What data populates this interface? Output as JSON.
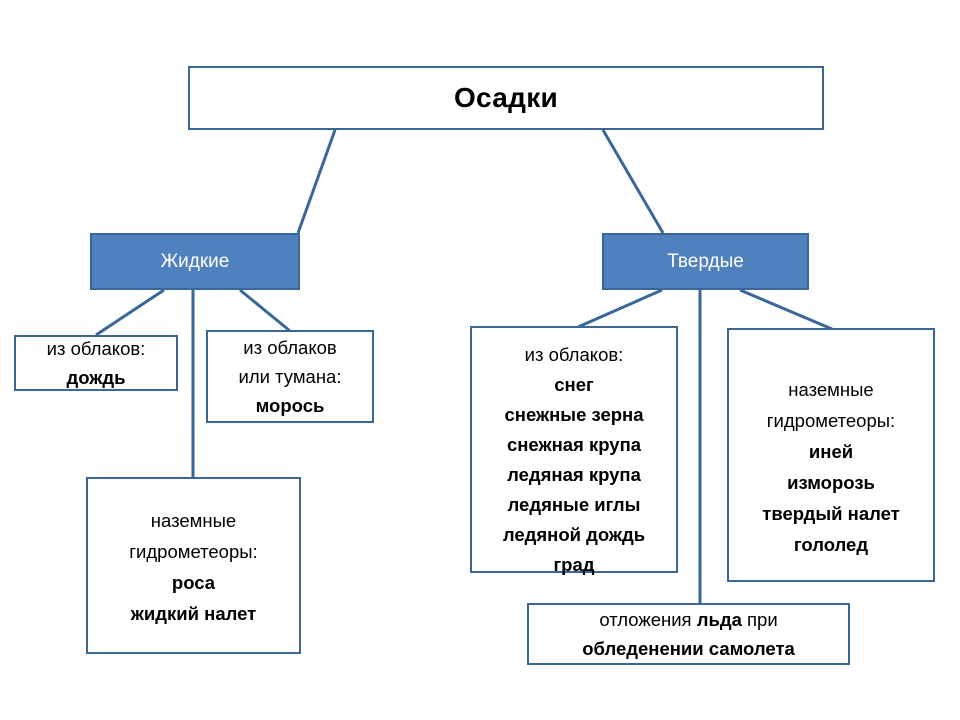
{
  "diagram": {
    "title": "Осадки",
    "accent_fill": "#4e81bd",
    "accent_border": "#3a6698",
    "background": "#ffffff",
    "text_color": "#000000",
    "blue_text_color": "#ffffff"
  },
  "categories": {
    "liquid": "Жидкие",
    "solid": "Твердые"
  },
  "nodes": {
    "rain": {
      "lines": [
        {
          "text": "из облаков:",
          "bold": false
        },
        {
          "text": "дождь",
          "bold": true
        }
      ]
    },
    "drizzle": {
      "lines": [
        {
          "text": "из облаков",
          "bold": false
        },
        {
          "text": "или тумана:",
          "bold": false
        },
        {
          "text": "морось",
          "bold": true
        }
      ]
    },
    "ground_liquid": {
      "lines": [
        {
          "text": "наземные",
          "bold": false
        },
        {
          "text": "гидрометеоры:",
          "bold": false
        },
        {
          "text": "роса",
          "bold": true
        },
        {
          "text": "жидкий налет",
          "bold": true
        }
      ]
    },
    "snow": {
      "lines": [
        {
          "text": "из облаков:",
          "bold": false
        },
        {
          "text": "снег",
          "bold": true
        },
        {
          "text": "снежные зерна",
          "bold": true
        },
        {
          "text": "снежная крупа",
          "bold": true
        },
        {
          "text": "ледяная крупа",
          "bold": true
        },
        {
          "text": "ледяные иглы",
          "bold": true
        },
        {
          "text": "ледяной дождь",
          "bold": true
        },
        {
          "text": "град",
          "bold": true
        }
      ]
    },
    "ground_solid": {
      "lines": [
        {
          "text": "наземные",
          "bold": false
        },
        {
          "text": "гидрометеоры:",
          "bold": false
        },
        {
          "text": "иней",
          "bold": true
        },
        {
          "text": "изморозь",
          "bold": true
        },
        {
          "text": "твердый налет",
          "bold": true
        },
        {
          "text": "гололед",
          "bold": true
        }
      ]
    },
    "icing": {
      "line1_pre": "отложения ",
      "line1_bold": "льда",
      "line1_post": " при",
      "line2": "обледенении самолета"
    }
  }
}
